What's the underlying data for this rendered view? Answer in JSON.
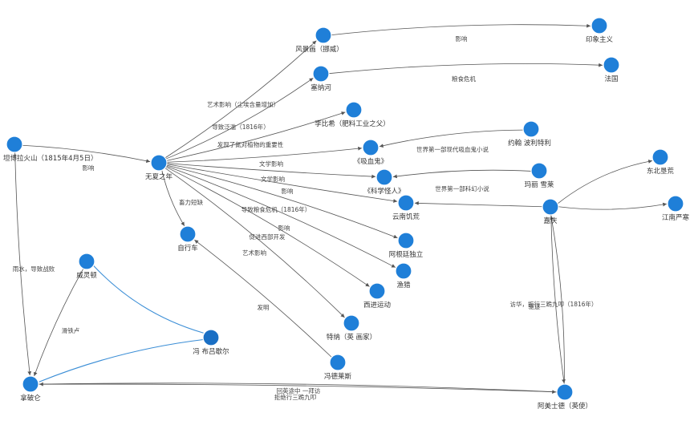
{
  "graph": {
    "nodes": [
      {
        "id": "huoshan",
        "label": "坦博拉火山（1815年4月5日）"
      },
      {
        "id": "wuxia",
        "label": "无夏之年"
      },
      {
        "id": "fengjinghua",
        "label": "风景画（挪威）"
      },
      {
        "id": "yinxiang",
        "label": "印象主义"
      },
      {
        "id": "mainahe",
        "label": "塞纳河"
      },
      {
        "id": "faguo",
        "label": "法国"
      },
      {
        "id": "libixi",
        "label": "李比希（肥料工业之父）"
      },
      {
        "id": "xixuegui",
        "label": "《吸血鬼》"
      },
      {
        "id": "yuehan",
        "label": "约翰 波利特利"
      },
      {
        "id": "kexueguairen",
        "label": "《科学怪人》"
      },
      {
        "id": "mali",
        "label": "玛丽 雪莱"
      },
      {
        "id": "yunnan",
        "label": "云南饥荒"
      },
      {
        "id": "jiaqing",
        "label": "嘉庆"
      },
      {
        "id": "dongbei",
        "label": "东北垦荒"
      },
      {
        "id": "jiangnan",
        "label": "江南严寒"
      },
      {
        "id": "zixingche",
        "label": "自行车"
      },
      {
        "id": "agenting",
        "label": "阿根廷独立"
      },
      {
        "id": "yuban",
        "label": "渔猎"
      },
      {
        "id": "xijin",
        "label": "西进运动"
      },
      {
        "id": "tena",
        "label": "特纳（英 画家）"
      },
      {
        "id": "fengtang",
        "label": "冯德莱斯"
      },
      {
        "id": "weilingdun",
        "label": "威灵顿"
      },
      {
        "id": "bulvxieer",
        "label": "冯 布吕歇尔"
      },
      {
        "id": "napolun",
        "label": "拿破仑"
      },
      {
        "id": "amushide",
        "label": "阿美士德（英使）"
      }
    ],
    "edges": [
      {
        "from": "huoshan",
        "to": "wuxia",
        "label": "影响"
      },
      {
        "from": "huoshan",
        "to": "napolun",
        "label": "雨水，导致战败"
      },
      {
        "from": "wuxia",
        "to": "fengjinghua",
        "label": "艺术影响（尘埃含量增加）"
      },
      {
        "from": "fengjinghua",
        "to": "yinxiang",
        "label": "影响"
      },
      {
        "from": "wuxia",
        "to": "mainahe",
        "label": "导致泛滥（1816年）"
      },
      {
        "from": "mainahe",
        "to": "faguo",
        "label": "粮食危机"
      },
      {
        "from": "wuxia",
        "to": "libixi",
        "label": "发现了氮对植物的重要性"
      },
      {
        "from": "wuxia",
        "to": "xixuegui",
        "label": "文学影响"
      },
      {
        "from": "yuehan",
        "to": "xixuegui",
        "label": "世界第一部现代吸血鬼小说"
      },
      {
        "from": "wuxia",
        "to": "kexueguairen",
        "label": "文学影响"
      },
      {
        "from": "mali",
        "to": "kexueguairen",
        "label": "世界第一部科幻小说"
      },
      {
        "from": "wuxia",
        "to": "yunnan",
        "label": "影响"
      },
      {
        "from": "jiaqing",
        "to": "yunnan",
        "label": ""
      },
      {
        "from": "jiaqing",
        "to": "dongbei",
        "label": ""
      },
      {
        "from": "jiaqing",
        "to": "jiangnan",
        "label": ""
      },
      {
        "from": "wuxia",
        "to": "zixingche",
        "label": "畜力短缺"
      },
      {
        "from": "wuxia",
        "to": "agenting",
        "label": "导致粮食危机（1816年）"
      },
      {
        "from": "wuxia",
        "to": "yuban",
        "label": "影响"
      },
      {
        "from": "wuxia",
        "to": "xijin",
        "label": "促进西部开发"
      },
      {
        "from": "wuxia",
        "to": "tena",
        "label": "艺术影响"
      },
      {
        "from": "fengtang",
        "to": "zixingche",
        "label": "发明"
      },
      {
        "from": "weilingdun",
        "to": "napolun",
        "label": "滑铁卢"
      },
      {
        "from": "weilingdun",
        "to": "bulvxieer",
        "label": ""
      },
      {
        "from": "bulvxieer",
        "to": "napolun",
        "label": ""
      },
      {
        "from": "napolun",
        "to": "amushide",
        "label": "回英途中 一拜访"
      },
      {
        "from": "amushide",
        "to": "napolun",
        "label": "拒绝行三跪九叩"
      },
      {
        "from": "amushide",
        "to": "jiaqing",
        "label": "访华，拒行三跪九叩（1816年）"
      },
      {
        "from": "jiaqing",
        "to": "amushide",
        "label": "驱逐"
      }
    ]
  },
  "colors": {
    "node": "#1f7fd8",
    "edge": "#555555",
    "edge_highlight": "#3b8ed6"
  }
}
